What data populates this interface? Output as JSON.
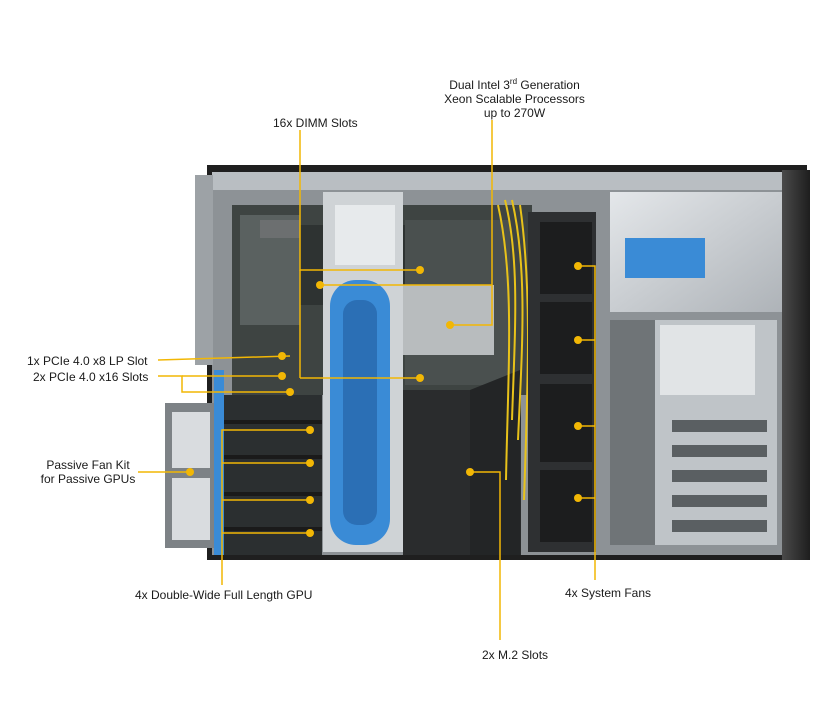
{
  "labels": {
    "cpu_line1_a": "Dual Intel 3",
    "cpu_line1_sup": "rd",
    "cpu_line1_b": " Generation",
    "cpu_line2": "Xeon Scalable Processors",
    "cpu_line3": "up to 270W",
    "dimm": "16x DIMM Slots",
    "pcie_lp": "1x PCIe 4.0 x8 LP Slot",
    "pcie_x16": "2x PCIe 4.0 x16 Slots",
    "fan_kit_line1": "Passive Fan Kit",
    "fan_kit_line2": "for Passive GPUs",
    "gpu": "4x Double-Wide Full Length GPU",
    "system_fans": "4x System Fans",
    "m2": "2x M.2 Slots"
  },
  "colors": {
    "callout": "#f2b705",
    "chassis_dark": "#2b2b2b",
    "chassis_metal": "#c9cdd1",
    "board": "#3e4442",
    "bracket_blue": "#3a8bd6"
  }
}
